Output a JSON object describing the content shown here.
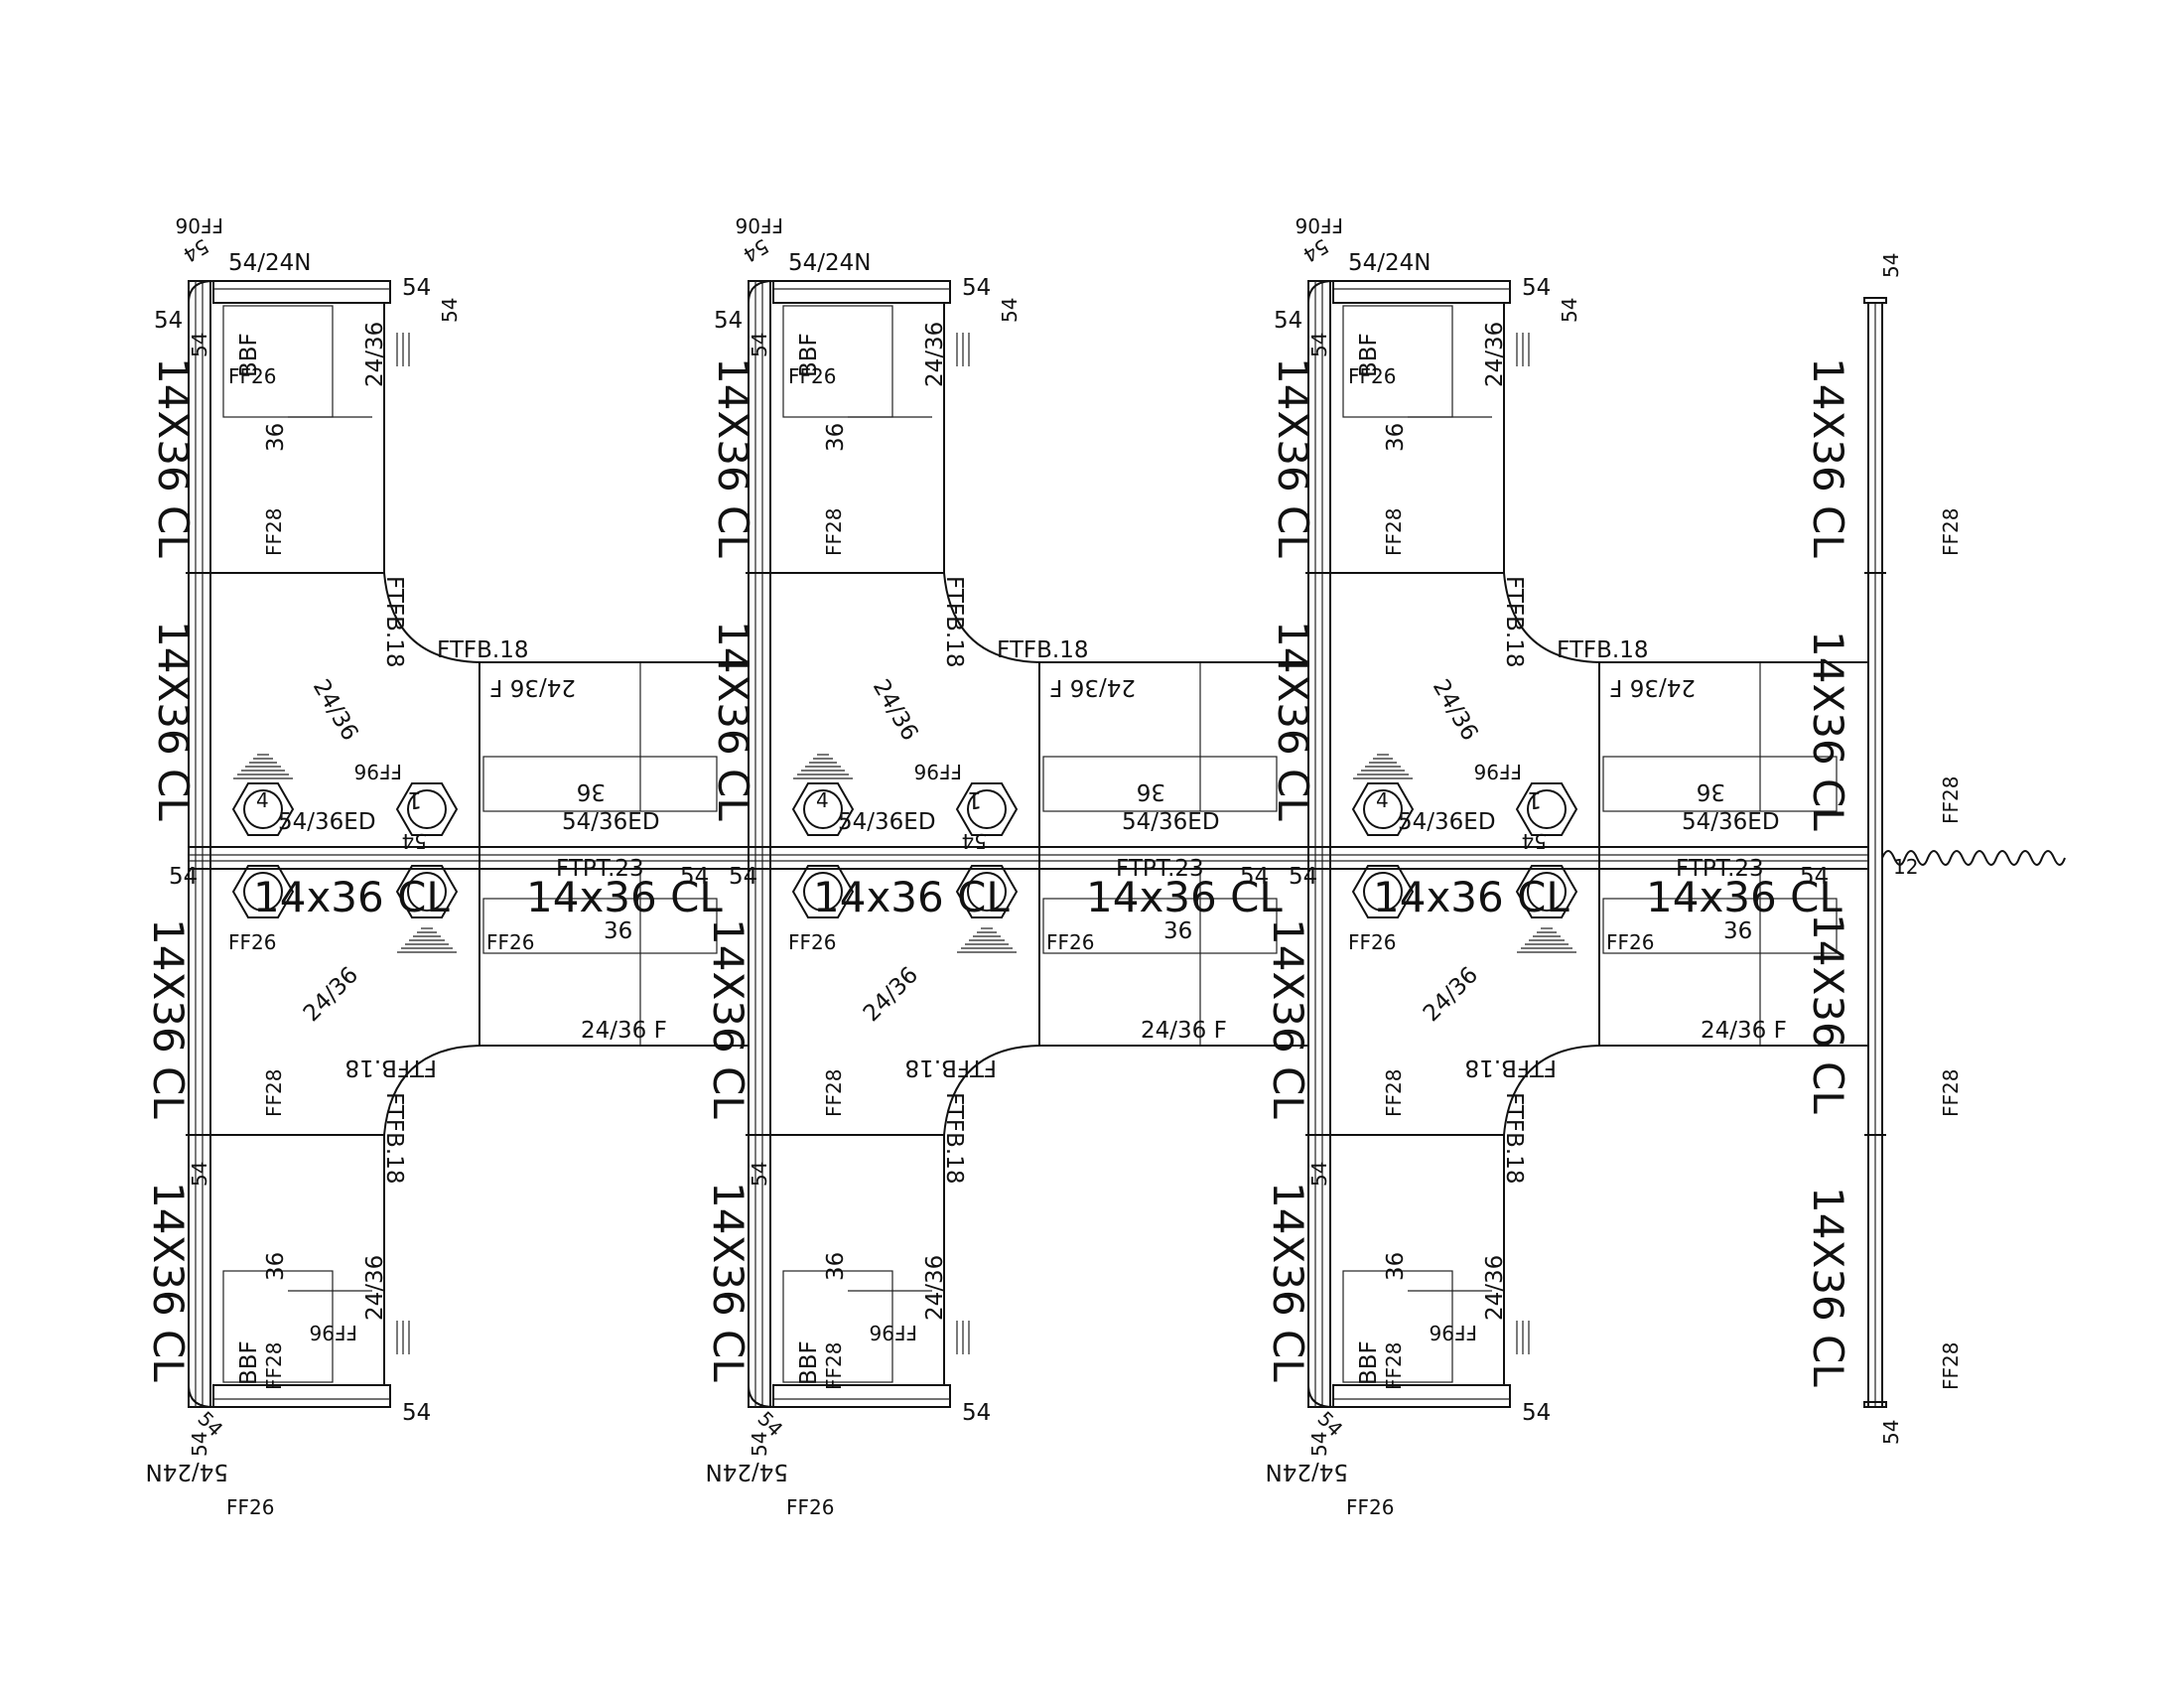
{
  "labels": {
    "ff06": "FF06",
    "ff26": "FF26",
    "ff28": "FF28",
    "ff96": "FF96",
    "p54": "54",
    "p36": "36",
    "p54_24n": "54/24N",
    "p24_36": "24/36",
    "p24_36f": "24/36 F",
    "p54_36ed": "54/36ED",
    "ftfb": "FTFB.18",
    "ftpt": "FTPT.23",
    "bbf": "BBF",
    "cl_h": "14x36 CL",
    "cl_v": "14X36 CL",
    "tag": "1",
    "tag4": "4",
    "p12": "12"
  }
}
